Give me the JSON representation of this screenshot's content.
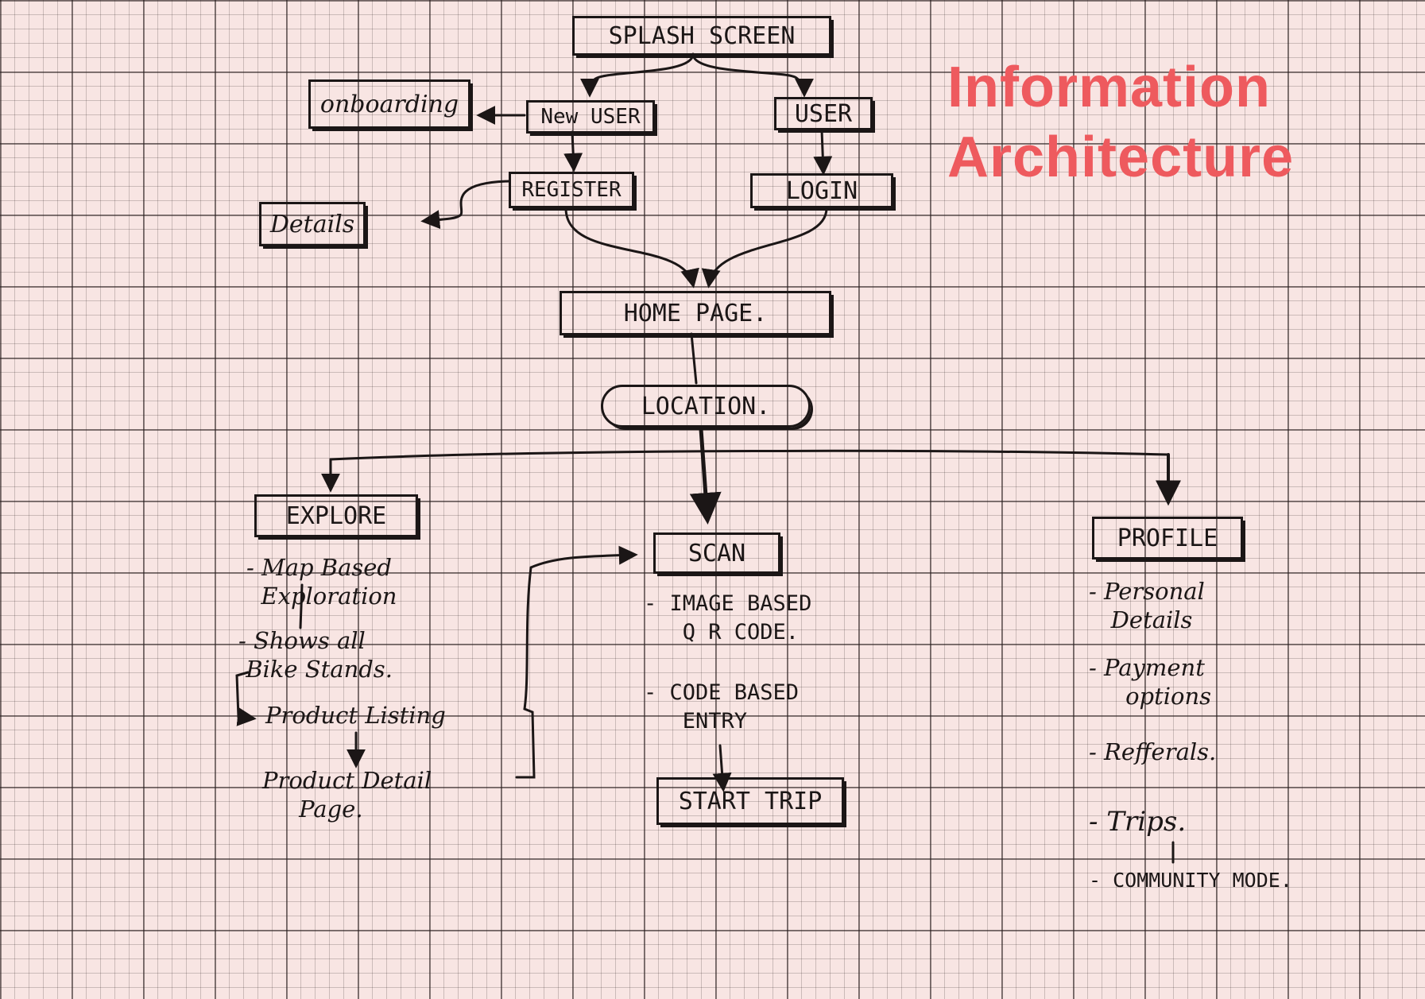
{
  "title": {
    "line1": "Information",
    "line2": "Architecture"
  },
  "colors": {
    "title": "#ee5a5e",
    "ink": "#1b1616",
    "paper": "#f8e5e3"
  },
  "nodes": {
    "splash": "SPLASH SCREEN",
    "onboarding": "onboarding",
    "new_user": "New USER",
    "user": "USER",
    "register": "REGISTER",
    "login": "LOGIN",
    "details": "Details",
    "home": "HOME PAGE.",
    "location": "LOCATION.",
    "explore": "EXPLORE",
    "scan": "SCAN",
    "profile": "PROFILE",
    "start_trip": "START TRIP"
  },
  "explore_notes": {
    "map_based": "- Map Based\n  Exploration",
    "shows_all": "- Shows all\n Bike Stands.",
    "product_listing": "Product Listing",
    "product_detail": "Product Detail\n     Page."
  },
  "scan_notes": {
    "image_based": "- IMAGE BASED\n   Q R CODE.",
    "code_based": "- CODE BASED\n   ENTRY"
  },
  "profile_notes": {
    "personal": "- Personal\n   Details",
    "payment": "- Payment\n     options",
    "referrals": "- Refferals.",
    "trips": "- Trips.",
    "community": "- COMMUNITY MODE."
  }
}
